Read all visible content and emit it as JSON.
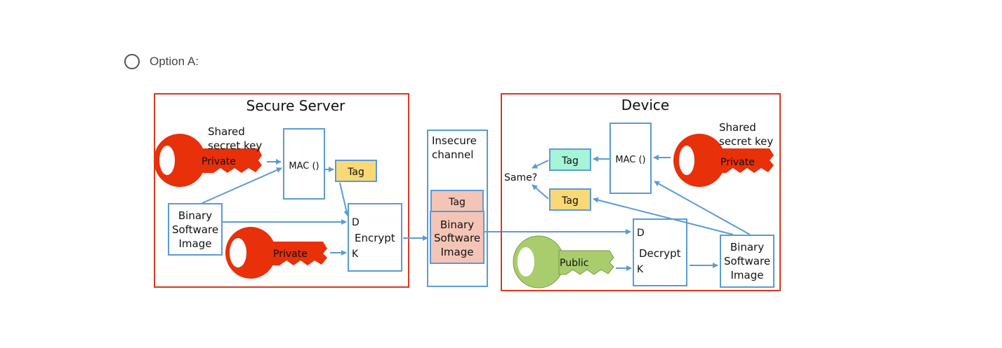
{
  "option": {
    "label": "Option A:"
  },
  "diagram": {
    "server_title": "Secure Server",
    "device_title": "Device",
    "shared_key_line1": "Shared",
    "shared_key_line2": "secret key",
    "private_label": "Private",
    "public_label": "Public",
    "mac_label": "MAC ()",
    "tag_label": "Tag",
    "binary_line1": "Binary",
    "binary_line2": "Software",
    "binary_line3": "Image",
    "encrypt_label": "Encrypt",
    "decrypt_label": "Decrypt",
    "d_label": "D",
    "k_label": "K",
    "insecure_line1": "Insecure",
    "insecure_line2": "channel",
    "same_label": "Same?"
  },
  "colors": {
    "frame_red": "#d9381e",
    "box_blue": "#5b9bd5",
    "key_red": "#e8300a",
    "key_green": "#a9cd6d",
    "tag_yellow": "#f9d976",
    "tag_pink": "#f4c5b6",
    "tag_mint": "#a6f5d8"
  }
}
